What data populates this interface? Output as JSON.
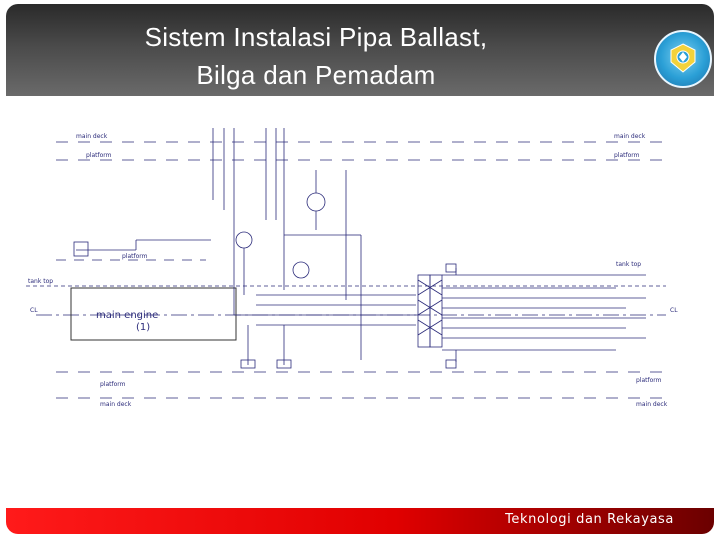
{
  "slide": {
    "title_line1": "Sistem  Instalasi  Pipa Ballast,",
    "title_line2": "Bilga dan Pemadam",
    "footer_text": "Teknologi dan Rekayasa",
    "logo_icon": "tut-wuri-handayani-logo-icon"
  },
  "diagram": {
    "labels": {
      "main_deck_left": "main deck",
      "main_deck_right": "main deck",
      "platform_top_left": "platform",
      "platform_top_right": "platform",
      "platform_mid": "platform",
      "tank_top_left": "tank top",
      "tank_top_right": "tank top",
      "cl_left": "CL",
      "cl_right": "CL",
      "main_engine_line1": "main engine",
      "main_engine_line2": "(1)",
      "platform_bottom_left": "platform",
      "platform_bottom_right": "platform",
      "main_deck_bottom_left": "main deck",
      "main_deck_bottom_right": "main deck"
    }
  }
}
